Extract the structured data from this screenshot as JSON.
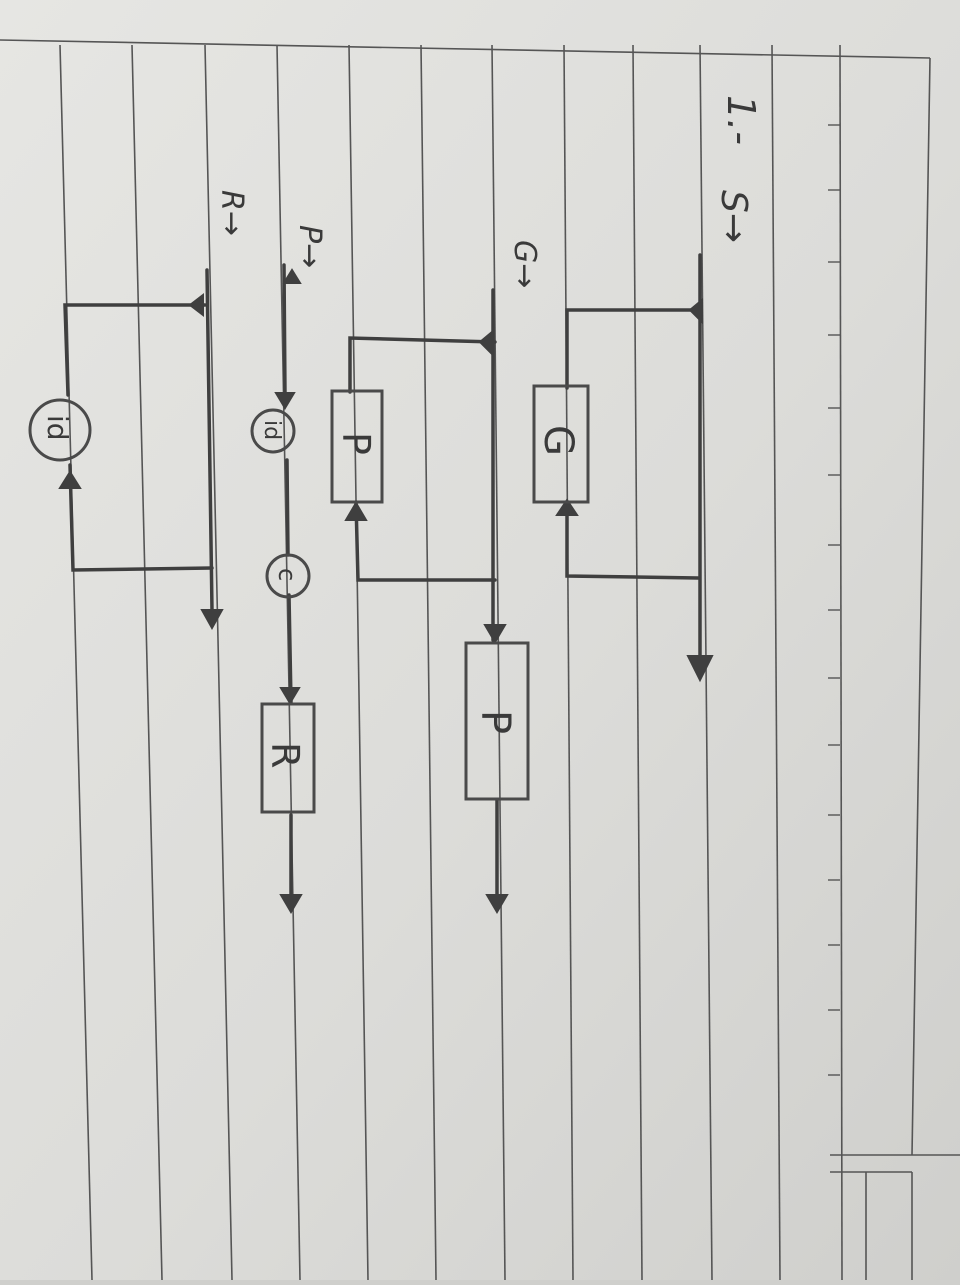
{
  "problem_number": "1.-",
  "rules": {
    "S": "S→",
    "G": "G→",
    "P": "P→",
    "R": "R→"
  },
  "boxes": {
    "G": "G",
    "P_upper": "P",
    "P_lower": "P",
    "R": "R"
  },
  "circles": {
    "id_P": "id",
    "id_R": "id",
    "c": "c"
  }
}
